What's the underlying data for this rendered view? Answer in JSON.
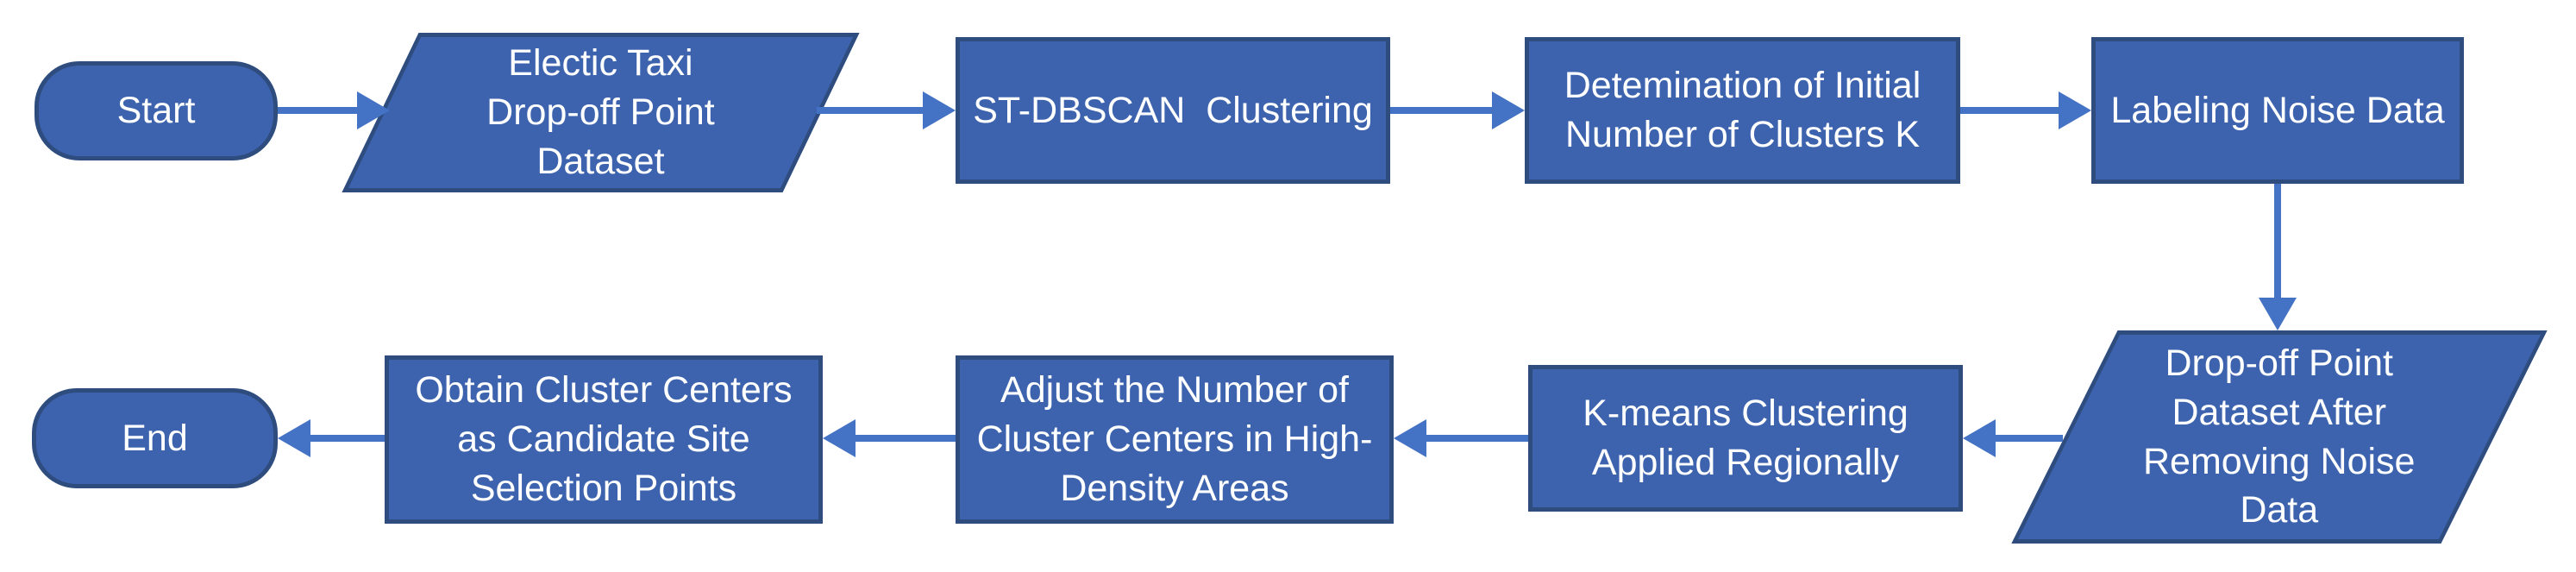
{
  "diagram": {
    "type": "flowchart",
    "background": "#ffffff",
    "colors": {
      "shape_fill": "#3D63AE",
      "shape_border": "#2E4C7E",
      "arrow": "#4472C4",
      "text": "#FFFFFF"
    },
    "nodes": [
      {
        "id": "start",
        "shape": "terminator",
        "label": "Start"
      },
      {
        "id": "taxi-dataset",
        "shape": "data-parallelogram",
        "label": "Electic Taxi\nDrop-off Point\nDataset"
      },
      {
        "id": "st-dbscan",
        "shape": "process",
        "label": "ST-DBSCAN  Clustering"
      },
      {
        "id": "determine-k",
        "shape": "process",
        "label": "Detemination of Initial\nNumber of Clusters K"
      },
      {
        "id": "label-noise",
        "shape": "process",
        "label": "Labeling Noise Data"
      },
      {
        "id": "clean-dataset",
        "shape": "data-parallelogram",
        "label": "Drop-off Point\nDataset After\nRemoving Noise\nData"
      },
      {
        "id": "kmeans",
        "shape": "process",
        "label": "K-means Clustering\nApplied Regionally"
      },
      {
        "id": "adjust-centers",
        "shape": "process",
        "label": "Adjust the Number of\nCluster Centers in High-\nDensity Areas"
      },
      {
        "id": "obtain-centers",
        "shape": "process",
        "label": "Obtain Cluster Centers\nas Candidate Site\nSelection Points"
      },
      {
        "id": "end",
        "shape": "terminator",
        "label": "End"
      }
    ],
    "edges": [
      {
        "from": "start",
        "to": "taxi-dataset",
        "direction": "right"
      },
      {
        "from": "taxi-dataset",
        "to": "st-dbscan",
        "direction": "right"
      },
      {
        "from": "st-dbscan",
        "to": "determine-k",
        "direction": "right"
      },
      {
        "from": "determine-k",
        "to": "label-noise",
        "direction": "right"
      },
      {
        "from": "label-noise",
        "to": "clean-dataset",
        "direction": "down"
      },
      {
        "from": "clean-dataset",
        "to": "kmeans",
        "direction": "left"
      },
      {
        "from": "kmeans",
        "to": "adjust-centers",
        "direction": "left"
      },
      {
        "from": "adjust-centers",
        "to": "obtain-centers",
        "direction": "left"
      },
      {
        "from": "obtain-centers",
        "to": "end",
        "direction": "left"
      }
    ]
  }
}
